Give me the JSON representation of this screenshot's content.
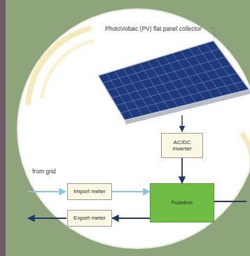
{
  "diagram": {
    "nodes": [
      {
        "text": [
          "AC/DC Inverter"
        ]
      },
      {
        "text": [
          "Import meter"
        ]
      },
      {
        "text": [
          "Fusebox"
        ]
      },
      {
        "text": [
          "Export meter"
        ]
      }
    ],
    "edges": [
      {
        "from": 0,
        "to": 2,
        "arrow": "to"
      },
      {
        "from": 1,
        "to": 2,
        "arrow": "to"
      },
      {
        "from": 2,
        "to": 3,
        "arrow": "to"
      }
    ],
    "labels": [
      "PhotoVoltaic (PV) flat panel collector",
      "from grid"
    ]
  }
}
